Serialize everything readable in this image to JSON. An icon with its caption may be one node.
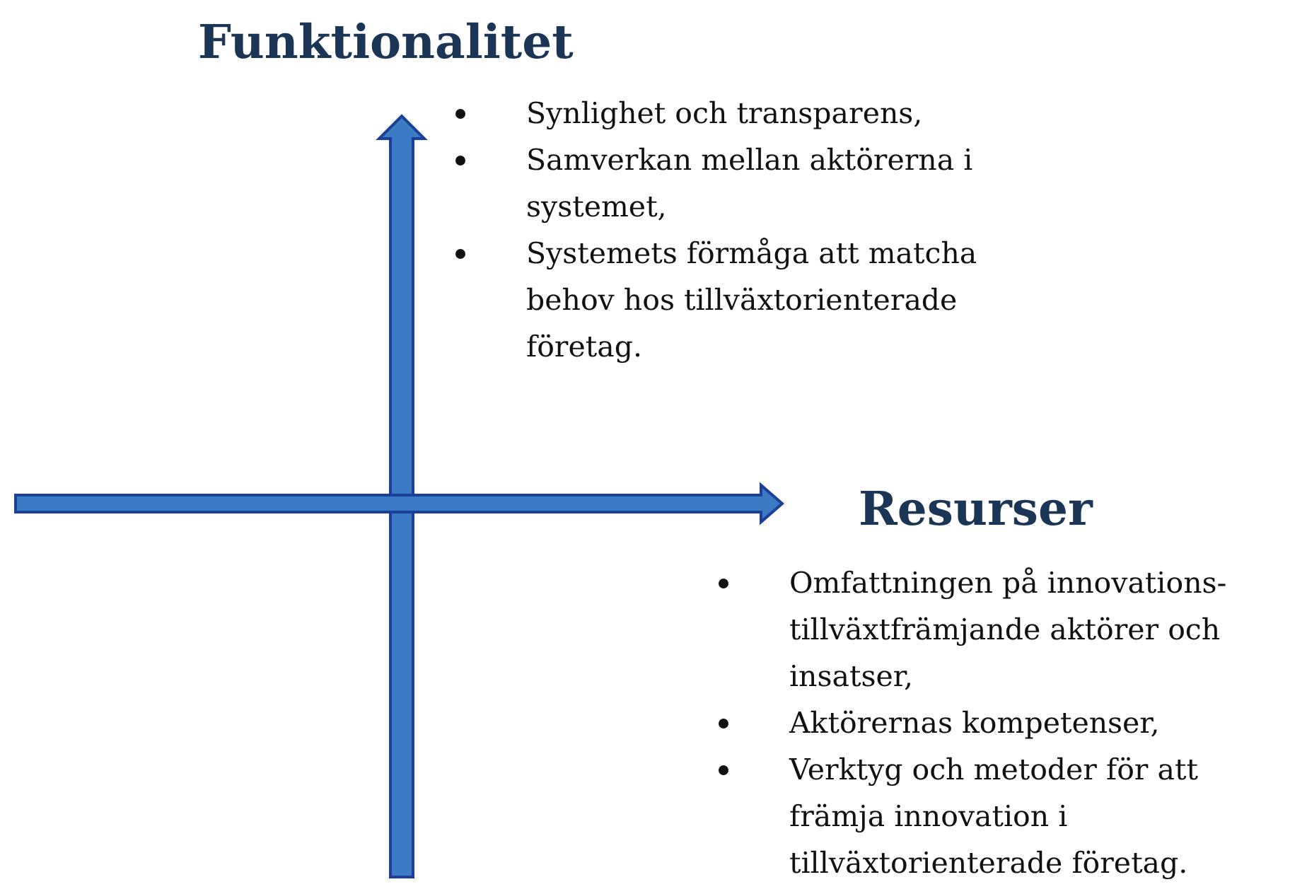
{
  "diagram": {
    "labels": [
      "Funktionalitet",
      "Synlighet och transparens,",
      "Samverkan mellan aktörerna i systemet,",
      "Systemets förmåga att matcha behov hos tillväxtorienterade företag.",
      "Resurser",
      "Omfattningen på innovations- tillväxtfrämjande aktörer och insatser,",
      "Aktörernas kompetenser,",
      "Verktyg och metoder för att främja innovation i tillväxtorienterade företag."
    ]
  }
}
